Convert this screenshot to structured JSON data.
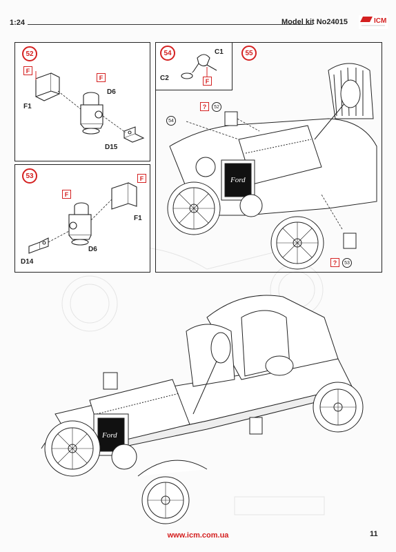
{
  "header": {
    "scale": "1:24",
    "kit": "Model kit No24015",
    "brand": "ICM"
  },
  "steps": {
    "s52": {
      "num": "52",
      "labels": {
        "F1": "F1",
        "D6": "D6",
        "D15": "D15"
      }
    },
    "s53": {
      "num": "53",
      "labels": {
        "F1": "F1",
        "D6": "D6",
        "D14": "D14"
      }
    },
    "s54": {
      "num": "54",
      "labels": {
        "C1": "C1",
        "C2": "C2"
      }
    },
    "s55": {
      "num": "55",
      "refs": {
        "r52": "52",
        "r54": "54",
        "r53": "53"
      }
    }
  },
  "markers": {
    "f": "F",
    "q": "?"
  },
  "car": {
    "badge": "Ford"
  },
  "footer": {
    "url": "www.icm.com.ua",
    "page": "11"
  }
}
